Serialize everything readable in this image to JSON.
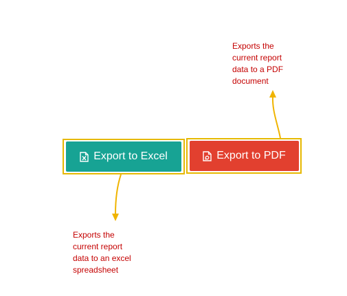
{
  "buttons": {
    "excel": {
      "label": "Export to Excel",
      "icon": "excel-file-icon",
      "color": "#17a394"
    },
    "pdf": {
      "label": "Export to PDF",
      "icon": "pdf-file-icon",
      "color": "#e2402f"
    }
  },
  "annotations": {
    "pdf": "Exports the\ncurrent report\ndata to a PDF\ndocument",
    "excel": "Exports the\ncurrent report\ndata to an excel\nspreadsheet"
  },
  "colors": {
    "highlight": "#e6b800",
    "annotation_text": "#c40000"
  }
}
